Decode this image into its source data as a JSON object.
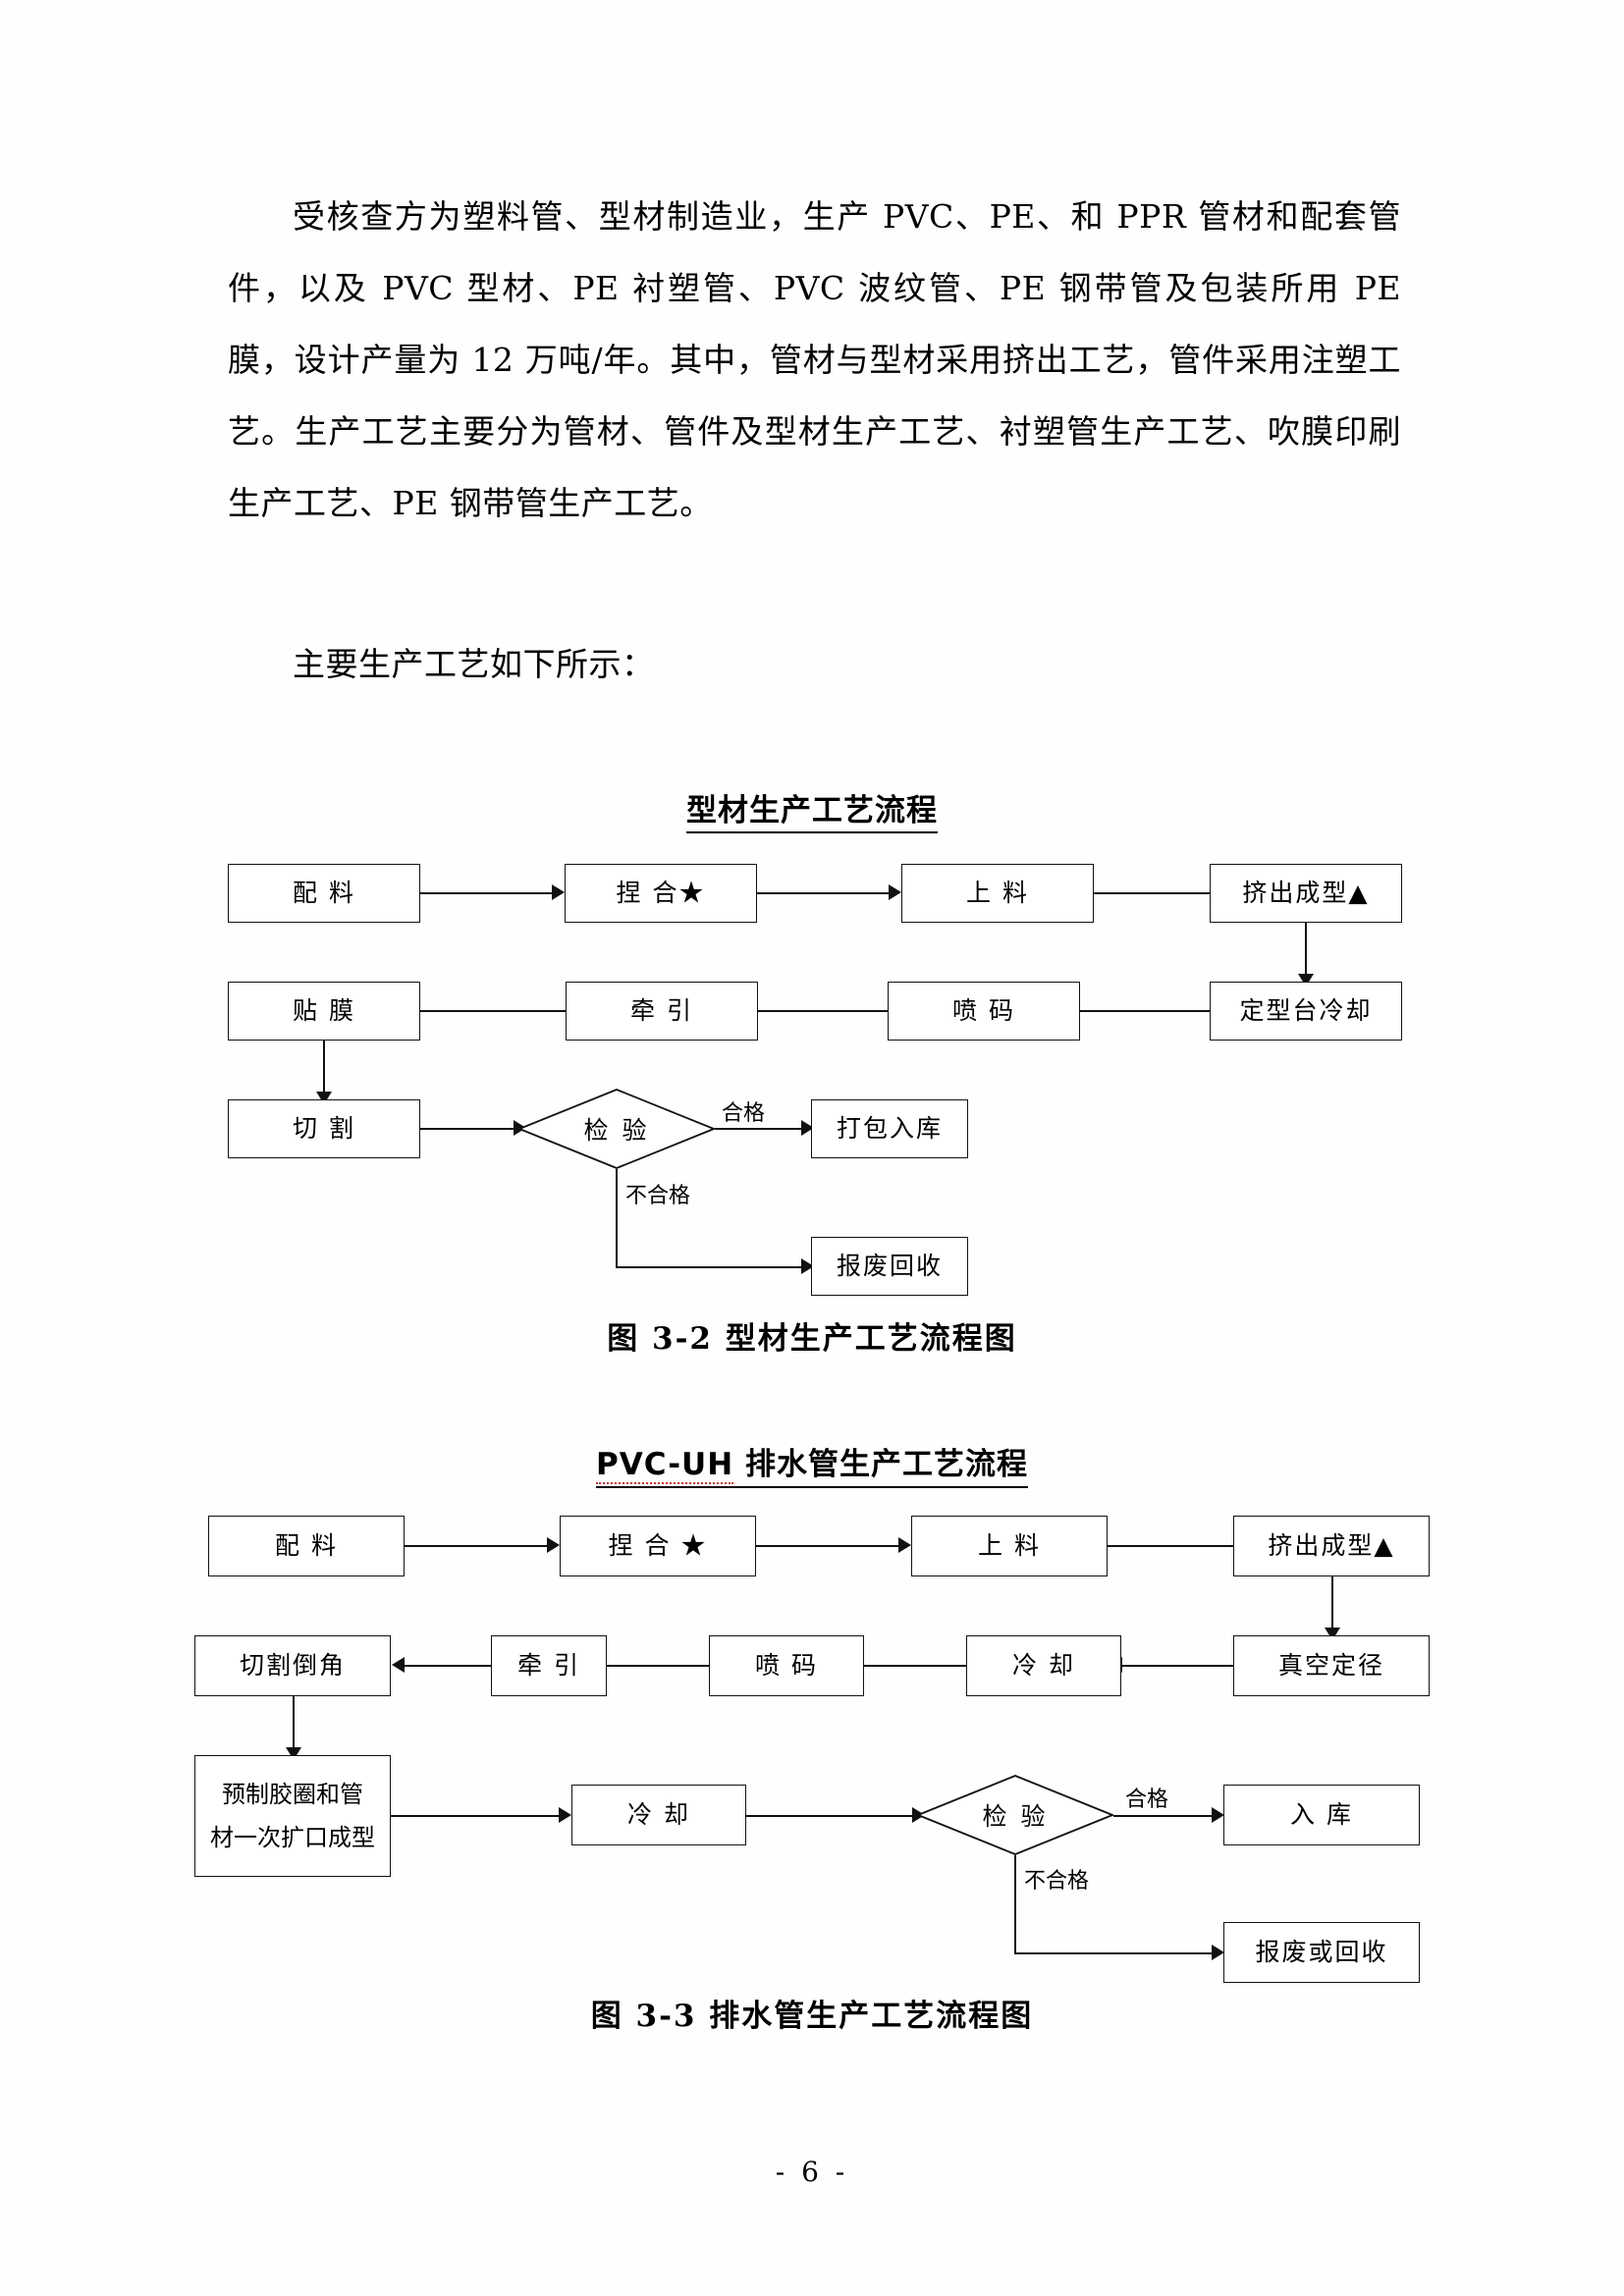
{
  "document": {
    "page_number": "- 6 -",
    "paragraphs": {
      "intro": "受核查方为塑料管、型材制造业，生产 PVC、PE、和 PPR 管材和配套管件，以及 PVC 型材、PE 衬塑管、PVC 波纹管、PE 钢带管及包装所用 PE 膜，设计产量为 12 万吨/年。其中，管材与型材采用挤出工艺，管件采用注塑工艺。生产工艺主要分为管材、管件及型材生产工艺、衬塑管生产工艺、吹膜印刷生产工艺、PE 钢带管生产工艺。",
      "lead_in": "主要生产工艺如下所示："
    }
  },
  "flowchart1": {
    "title": "型材生产工艺流程",
    "caption": "图 3-2  型材生产工艺流程图",
    "nodes": {
      "n1": "配  料",
      "n2": "捏 合★",
      "n3": "上  料",
      "n4": "挤出成型▲",
      "n5": "定型台冷却",
      "n6": "喷  码",
      "n7": "牵  引",
      "n8": "贴  膜",
      "n9": "切  割",
      "n10": "检  验",
      "n11": "打包入库",
      "n12": "报废回收"
    },
    "edges": {
      "pass": "合格",
      "fail": "不合格"
    }
  },
  "flowchart2": {
    "title_prefix": "PVC-UH",
    "title_rest": " 排水管生产工艺流程",
    "caption": "图 3-3  排水管生产工艺流程图",
    "nodes": {
      "n1": "配  料",
      "n2": "捏 合 ★",
      "n3": "上  料",
      "n4": "挤出成型▲",
      "n5": "真空定径",
      "n6": "冷  却",
      "n7": "喷  码",
      "n8": "牵  引",
      "n9": "切割倒角",
      "n10a": "预制胶圈和管",
      "n10b": "材一次扩口成型",
      "n11": "冷  却",
      "n12": "检  验",
      "n13": "入  库",
      "n14": "报废或回收"
    },
    "edges": {
      "pass": "合格",
      "fail": "不合格"
    }
  }
}
